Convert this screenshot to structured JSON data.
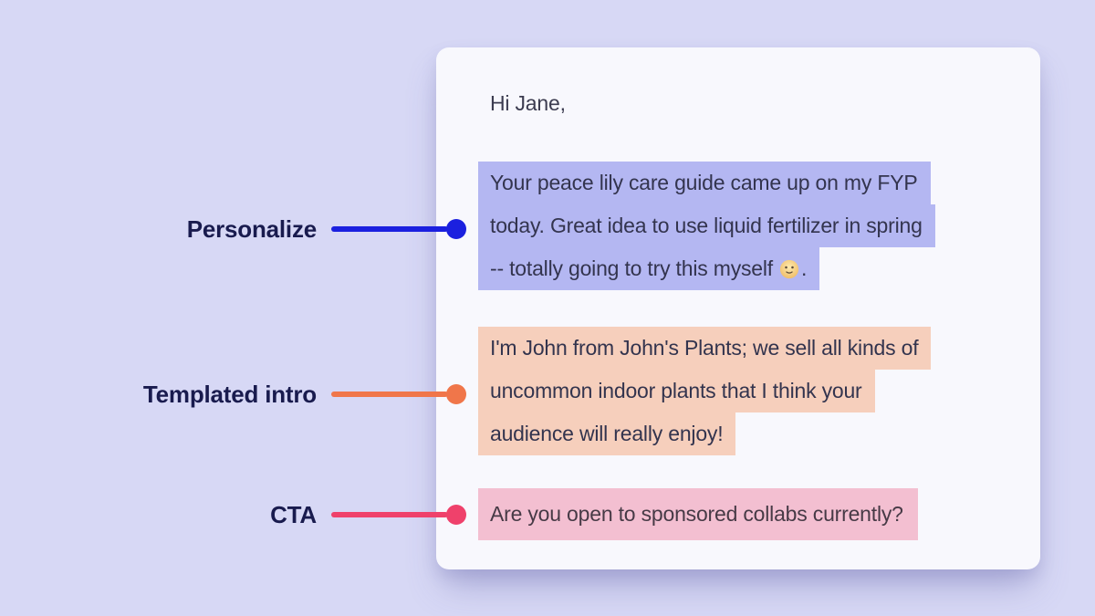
{
  "page": {
    "background_color": "#d7d8f5",
    "card_color": "#f8f8fd"
  },
  "annotations": {
    "personalize": {
      "label": "Personalize",
      "color": "#1b20df"
    },
    "templated_intro": {
      "label": "Templated intro",
      "color": "#f0764a"
    },
    "cta": {
      "label": "CTA",
      "color": "#ef416b"
    }
  },
  "email": {
    "greeting": "Hi Jane,",
    "personalize": {
      "highlight_color": "#b4b7f2",
      "lines": [
        "Your peace lily care guide came up on my FYP",
        "today. Great idea to use liquid fertilizer in spring"
      ],
      "line3_before": "-- totally going to try this myself",
      "line3_after": ".",
      "emoji": "slightly-smiling-face"
    },
    "templated_intro": {
      "highlight_color": "#f6cfbc",
      "lines": [
        "I'm John from John's Plants; we sell all kinds of",
        "uncommon indoor plants that I think your",
        "audience will really enjoy!"
      ]
    },
    "cta": {
      "highlight_color": "#f3bfd1",
      "line": "Are you open to sponsored collabs currently?"
    }
  }
}
